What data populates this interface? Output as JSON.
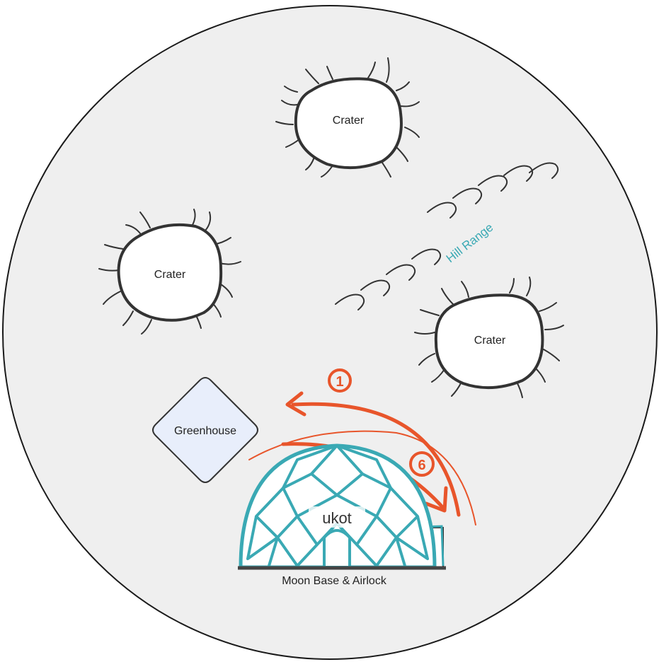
{
  "craters": [
    {
      "label": "Crater"
    },
    {
      "label": "Crater"
    },
    {
      "label": "Crater"
    }
  ],
  "hill_range": {
    "label": "Hill Range"
  },
  "greenhouse": {
    "label": "Greenhouse"
  },
  "route_markers": [
    {
      "number": "1"
    },
    {
      "number": "6"
    }
  ],
  "base": {
    "label": "Moon Base & Airlock",
    "logo_text": "ukot"
  },
  "colors": {
    "moon_surface": "#efefef",
    "outline": "#222222",
    "accent_teal": "#3aa9b4",
    "route_orange": "#e8552b",
    "greenhouse_fill": "#e8eefb"
  }
}
